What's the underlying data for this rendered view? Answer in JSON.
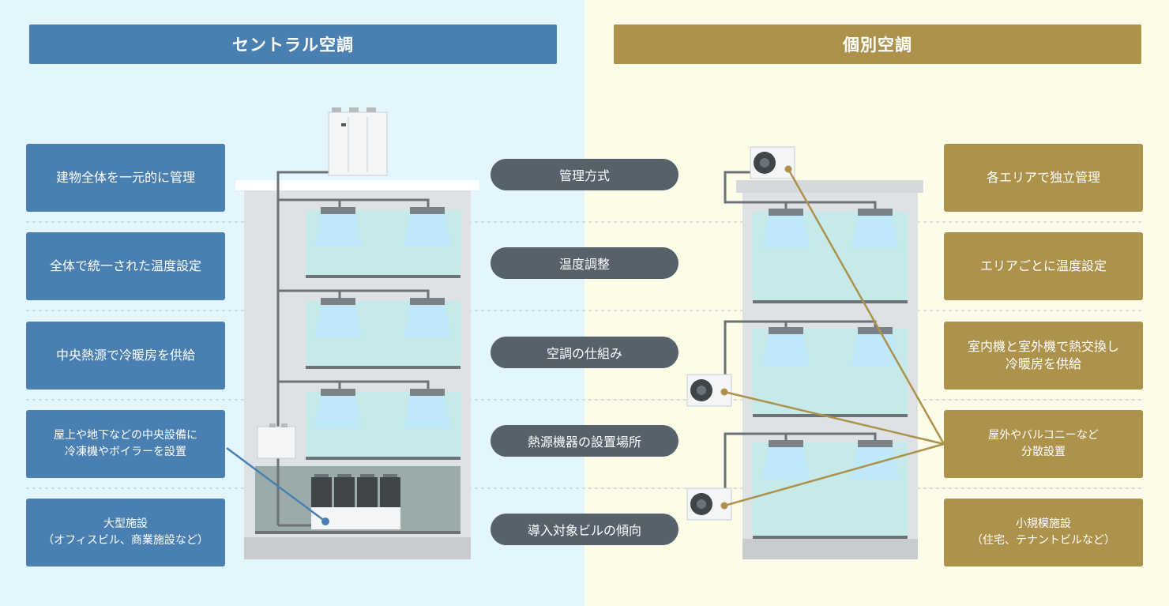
{
  "central": {
    "title": "セントラル空調",
    "items": [
      "建物全体を一元的に管理",
      "全体で統一された温度設定",
      "中央熱源で冷暖房を供給",
      "屋上や地下などの中央設備に\n冷凍機やボイラーを設置",
      "大型施設\n（オフィスビル、商業施設など）"
    ]
  },
  "individual": {
    "title": "個別空調",
    "items": [
      "各エリアで独立管理",
      "エリアごとに温度設定",
      "室内機と室外機で熱交換し\n冷暖房を供給",
      "屋外やバルコニーなど\n分散設置",
      "小規模施設\n（住宅、テナントビルなど）"
    ]
  },
  "categories": [
    "管理方式",
    "温度調整",
    "空調の仕組み",
    "熱源機器の設置場所",
    "導入対象ビルの傾向"
  ],
  "colors": {
    "central_blue": "#4a7fb2",
    "individual_gold": "#ad924c",
    "pill_gray": "#57616c",
    "left_bg": "#e4f6fd",
    "right_bg": "#fdfce8"
  }
}
